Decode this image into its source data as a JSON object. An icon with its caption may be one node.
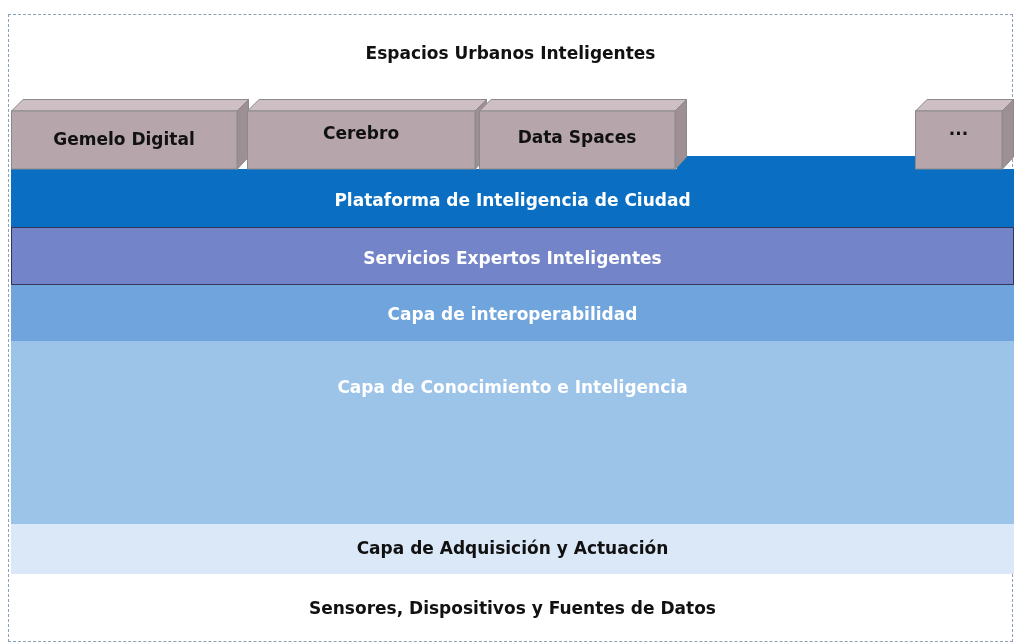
{
  "diagram": {
    "nodes": [
      {
        "text": [
          "Espacios Urbanos Inteligentes"
        ]
      },
      {
        "text": [
          "Gemelo Digital"
        ],
        "in": 0
      },
      {
        "text": [
          "Cerebro"
        ],
        "in": 0
      },
      {
        "text": [
          "Data Spaces"
        ],
        "in": 0
      },
      {
        "text": [
          "..."
        ],
        "in": 0
      },
      {
        "text": [
          "Plataforma de Inteligencia de Ciudad"
        ],
        "in": 0
      },
      {
        "text": [
          "Servicios Expertos Inteligentes"
        ],
        "in": 0
      },
      {
        "text": [
          "Capa de interoperabilidad"
        ],
        "in": 0
      },
      {
        "text": [
          "Capa de Conocimiento e Inteligencia"
        ],
        "in": 0
      },
      {
        "text": [
          "Capa de Adquisición y Actuación"
        ],
        "in": 0
      }
    ],
    "edges": [],
    "labels": [
      "Sensores, Dispositivos y Fuentes de Datos"
    ]
  }
}
